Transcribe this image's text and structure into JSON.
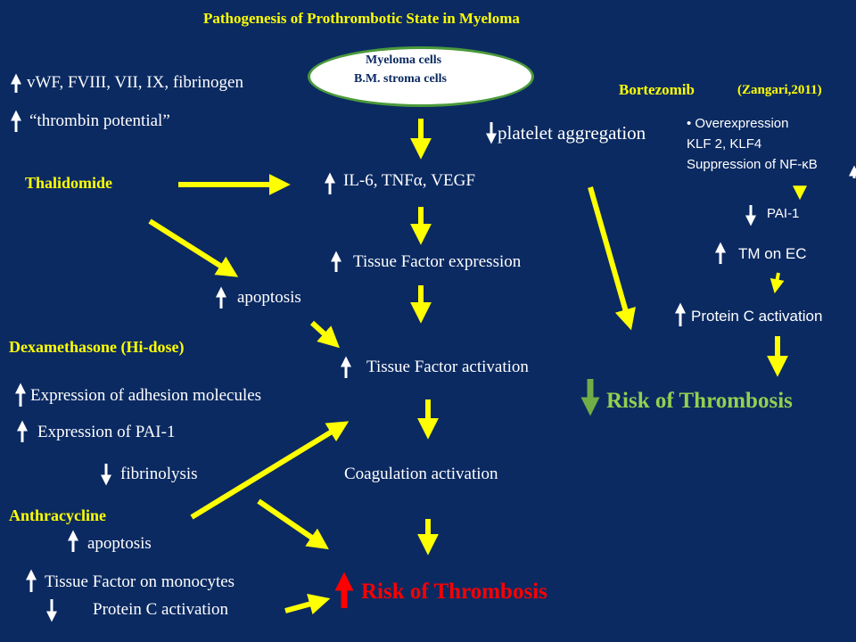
{
  "title": "Pathogenesis  of Prothrombotic State in Myeloma",
  "center": {
    "ellipse_line1": "Myeloma cells",
    "ellipse_line2": "B.M. stroma cells",
    "cytokines": "IL-6, TNFα, VEGF",
    "tf_expression": "Tissue Factor expression",
    "tf_activation": "Tissue Factor activation",
    "coag_activation": "Coagulation activation",
    "risk": "Risk of Thrombosis"
  },
  "left": {
    "vwf": "vWF, FVIII, VII, IX, fibrinogen",
    "thrombin": "“thrombin potential”",
    "thalidomide": "Thalidomide",
    "apoptosis1": "apoptosis",
    "dexamethasone": "Dexamethasone (Hi-dose)",
    "adhesion": "Expression of adhesion molecules",
    "pai1": "Expression of PAI-1",
    "fibrinolysis": "fibrinolysis",
    "anthracycline": "Anthracycline",
    "apoptosis2": "apoptosis",
    "tf_monocytes": "Tissue Factor on monocytes",
    "protein_c": "Protein C activation"
  },
  "right": {
    "platelet": "platelet aggregation",
    "bortezomib": "Bortezomib",
    "citation": "(Zangari,2011)",
    "bullet1": "Overexpression",
    "bullet2": "KLF 2, KLF4",
    "bullet3_prefix": "Suppression of  NF-",
    "bullet3_kappa": "κB",
    "pai1": "PAI-1",
    "tm": "TM on EC",
    "protein_c": "Protein C activation",
    "risk": "Risk of Thrombosis"
  },
  "colors": {
    "background": "#0b2a62",
    "accent_yellow": "#ffff00",
    "accent_green": "#92d050",
    "accent_red": "#ff0000",
    "text": "#ffffff"
  }
}
